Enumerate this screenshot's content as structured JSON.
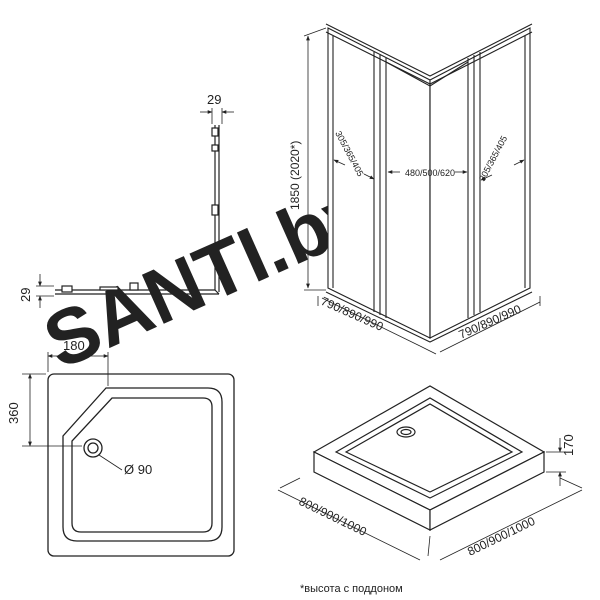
{
  "dimensions": {
    "profile_top": "29",
    "profile_left": "29",
    "cabin_height": "1850  (2020*)",
    "side_width_left": "790/890/990",
    "side_width_right": "790/890/990",
    "door_left": "305/365/405",
    "door_center": "480/500/620",
    "door_right": "305/365/405",
    "tray_offset_x": "180",
    "tray_offset_y": "360",
    "drain_diameter": "Ø 90",
    "tray_height": "170",
    "tray_width_left": "800/900/1000",
    "tray_width_right": "800/900/1000"
  },
  "footnote": "*высота с поддоном",
  "watermark": "SANTI.by",
  "colors": {
    "line": "#222222",
    "watermark": "#ececec"
  }
}
